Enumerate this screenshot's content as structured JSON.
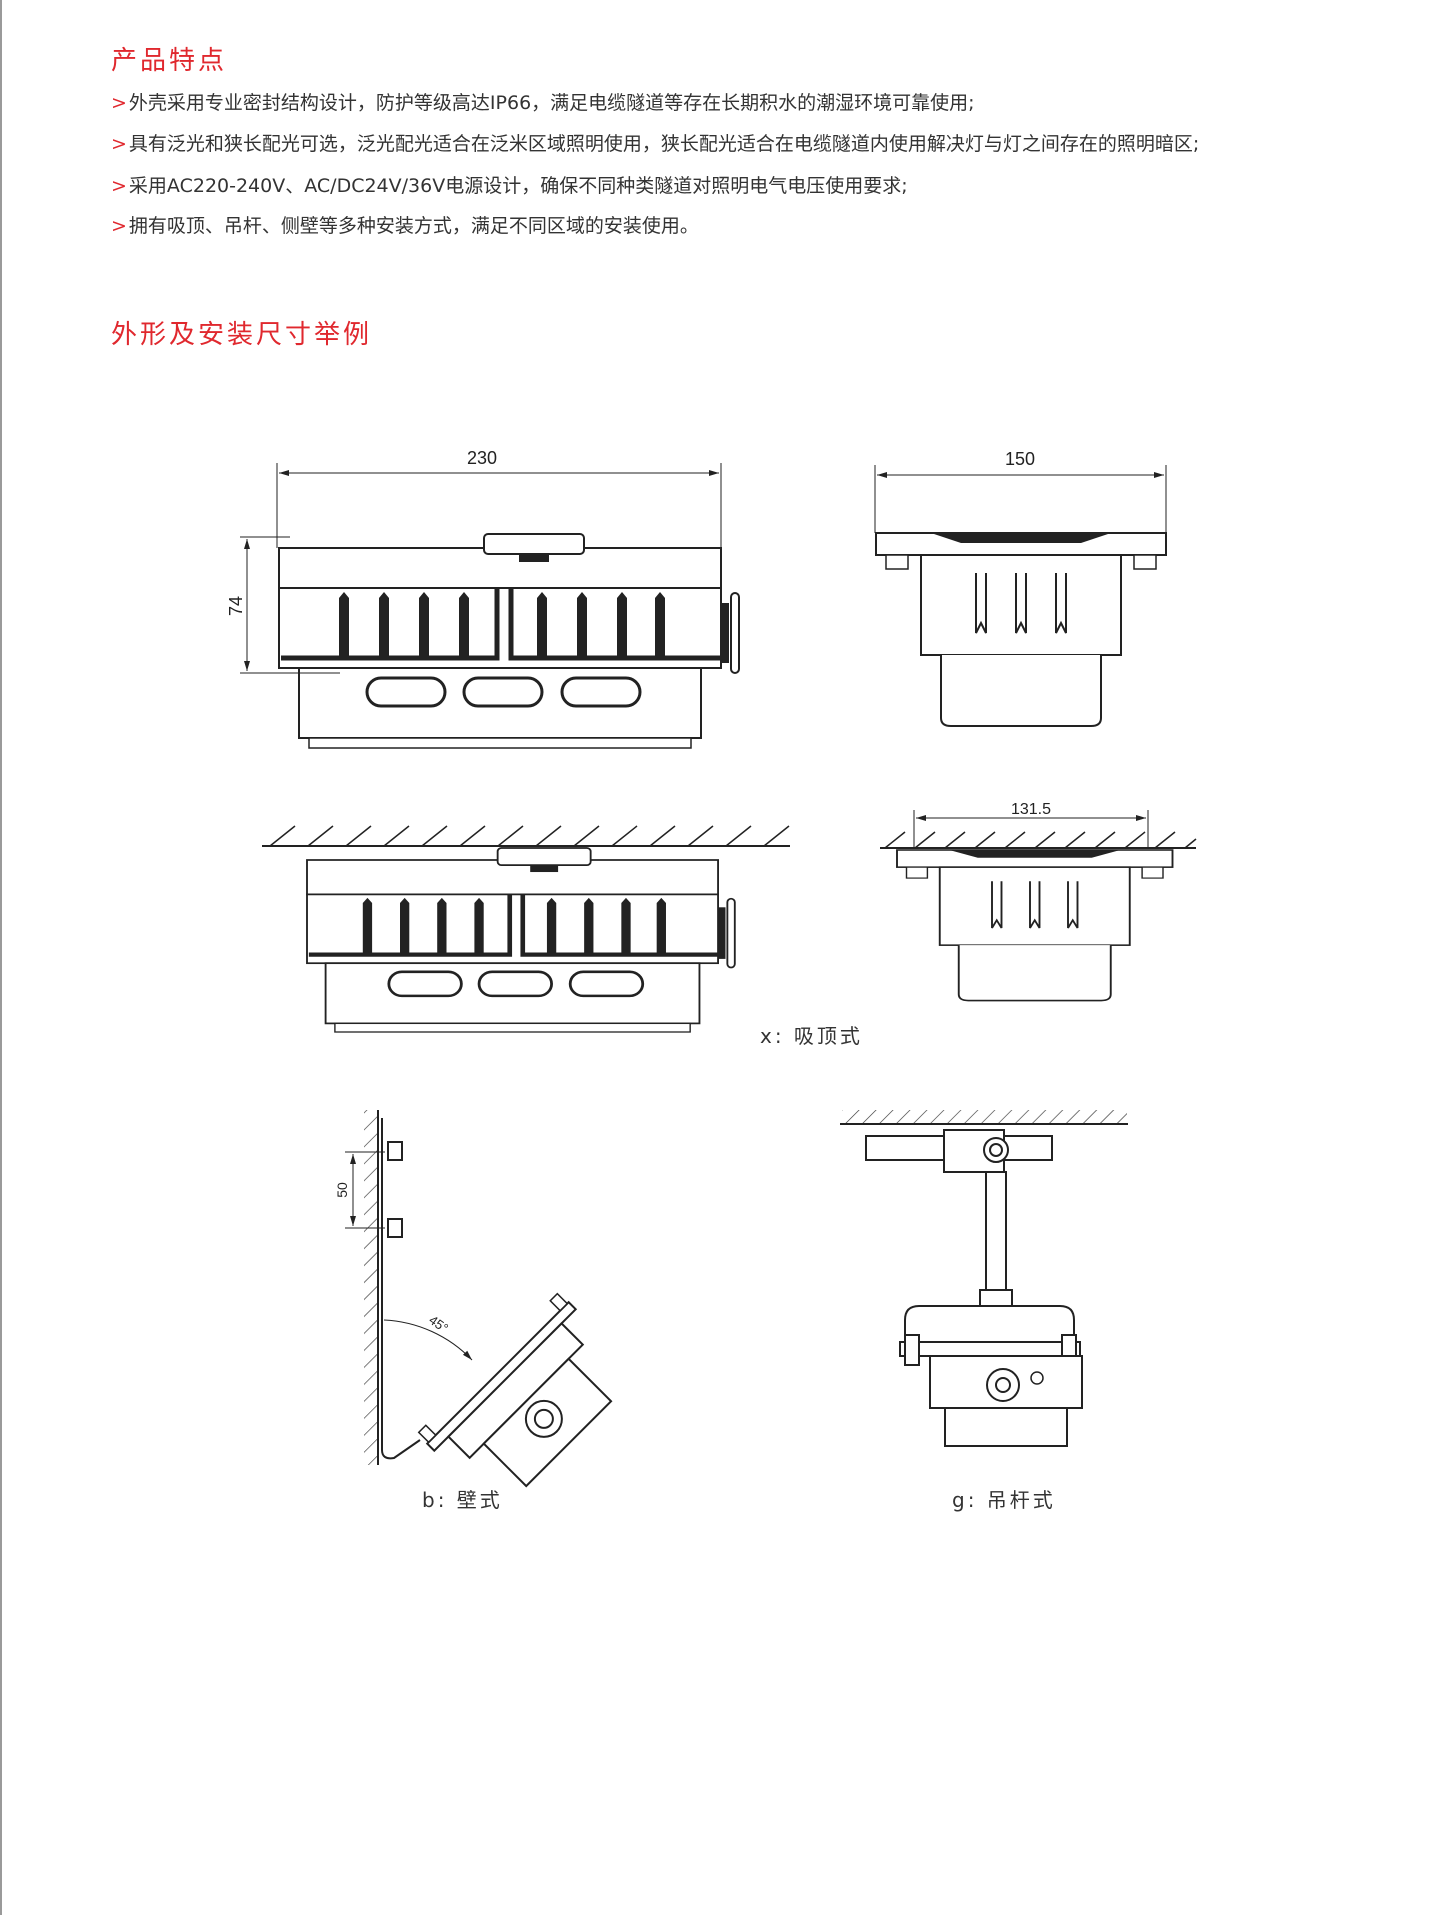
{
  "features": {
    "title": "产品特点",
    "bullet_marker": ">",
    "items": [
      "外壳采用专业密封结构设计，防护等级高达IP66，满足电缆隧道等存在长期积水的潮湿环境可靠使用;",
      "具有泛光和狭长配光可选，泛光配光适合在泛米区域照明使用，狭长配光适合在电缆隧道内使用解决灯与灯之间存在的照明暗区;",
      "采用AC220-240V、AC/DC24V/36V电源设计，确保不同种类隧道对照明电气电压使用要求;",
      "拥有吸顶、吊杆、侧壁等多种安装方式，满足不同区域的安装使用。"
    ]
  },
  "dimensions_section": {
    "title": "外形及安装尺寸举例",
    "dims": {
      "length": "230",
      "height": "74",
      "width": "150",
      "ceiling_width": "131.5",
      "wall_spacing": "50",
      "angle": "45°"
    },
    "captions": {
      "ceiling": "x: 吸顶式",
      "wall": "b: 壁式",
      "pendant": "g: 吊杆式"
    }
  }
}
